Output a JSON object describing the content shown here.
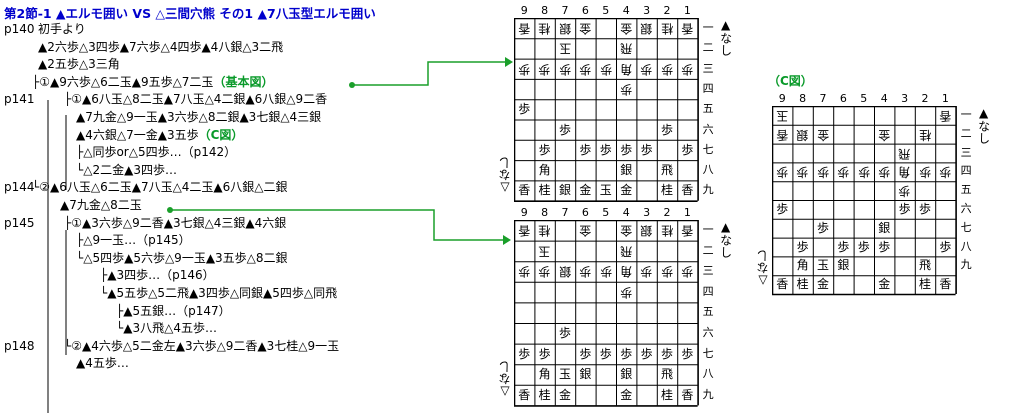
{
  "title": "第2節-1 ▲エルモ囲い VS △三間穴熊 その1 ▲7八玉型エルモ囲い",
  "colors": {
    "title": "#0000cc",
    "annotation": "#0a9a2a",
    "connector": "#1a9f2a",
    "board_line": "#000000"
  },
  "tree": [
    {
      "page": "p140",
      "text": "初手より"
    },
    {
      "page": "",
      "text": "▲2六歩△3四歩▲7六歩△4四歩▲4八銀△3二飛"
    },
    {
      "page": "",
      "text": "▲2五歩△3三角"
    },
    {
      "page": "",
      "text": "├①▲9六歩△6二玉▲9五歩△7二玉",
      "note": "（基本図）"
    },
    {
      "page": "p141",
      "text": "├①▲6八玉△8二玉▲7八玉△4二銀▲6八銀△9二香"
    },
    {
      "page": "",
      "text": "▲7九金△9一玉▲3六歩△8二銀▲3七銀△4三銀"
    },
    {
      "page": "",
      "text": "▲4六銀△7一金▲3五歩",
      "note": "（C図）"
    },
    {
      "page": "",
      "text": "├△同歩or△5四歩…（p142）"
    },
    {
      "page": "",
      "text": "└△2二金▲3四歩…"
    },
    {
      "page": "p144",
      "text": "└②▲6八玉△6二玉▲7八玉△4二玉▲6八銀△二銀"
    },
    {
      "page": "",
      "text": "▲7九金△8二玉"
    },
    {
      "page": "p145",
      "text": "├①▲3六歩△9二香▲3七銀△4三銀▲4六銀"
    },
    {
      "page": "",
      "text": "├△9一玉…（p145）"
    },
    {
      "page": "",
      "text": "└△5四歩▲5六歩△9一玉▲3五歩△8二銀"
    },
    {
      "page": "",
      "text": "├▲3四歩…（p146）"
    },
    {
      "page": "",
      "text": "└▲5五歩△5二飛▲3四歩△同銀▲5四歩△同飛"
    },
    {
      "page": "",
      "text": "├▲5五銀…（p147）"
    },
    {
      "page": "",
      "text": "└▲3八飛△4五歩…"
    },
    {
      "page": "p148",
      "text": "└②▲4六歩△5二金左▲3六歩△9二香▲3七桂△9一玉"
    },
    {
      "page": "",
      "text": "▲4五歩…"
    }
  ],
  "boards": {
    "cols": [
      "9",
      "8",
      "7",
      "6",
      "5",
      "4",
      "3",
      "2",
      "1"
    ],
    "rows": [
      "一",
      "二",
      "三",
      "四",
      "五",
      "六",
      "七",
      "八",
      "九"
    ],
    "top_label": "▲なし",
    "bottom_label": "△なし",
    "c_label": "（C図）",
    "b1": [
      [
        {
          "t": "香",
          "g": 1
        },
        {
          "t": "桂",
          "g": 1
        },
        {
          "t": "銀",
          "g": 1
        },
        {
          "t": "金",
          "g": 1
        },
        "",
        {
          "t": "金",
          "g": 1
        },
        {
          "t": "銀",
          "g": 1
        },
        {
          "t": "桂",
          "g": 1
        },
        {
          "t": "香",
          "g": 1
        }
      ],
      [
        "",
        "",
        {
          "t": "玉",
          "g": 1
        },
        "",
        "",
        {
          "t": "飛",
          "g": 1
        },
        "",
        "",
        ""
      ],
      [
        {
          "t": "歩",
          "g": 1
        },
        {
          "t": "歩",
          "g": 1
        },
        {
          "t": "歩",
          "g": 1
        },
        {
          "t": "歩",
          "g": 1
        },
        {
          "t": "歩",
          "g": 1
        },
        {
          "t": "角",
          "g": 1
        },
        {
          "t": "歩",
          "g": 1
        },
        {
          "t": "歩",
          "g": 1
        },
        {
          "t": "歩",
          "g": 1
        }
      ],
      [
        "",
        "",
        "",
        "",
        "",
        {
          "t": "歩",
          "g": 1
        },
        "",
        "",
        ""
      ],
      [
        {
          "t": "歩"
        },
        "",
        "",
        "",
        "",
        "",
        "",
        "",
        ""
      ],
      [
        "",
        "",
        {
          "t": "歩"
        },
        "",
        "",
        "",
        "",
        {
          "t": "歩"
        },
        ""
      ],
      [
        "",
        {
          "t": "歩"
        },
        "",
        {
          "t": "歩"
        },
        {
          "t": "歩"
        },
        {
          "t": "歩"
        },
        {
          "t": "歩"
        },
        "",
        {
          "t": "歩"
        }
      ],
      [
        "",
        {
          "t": "角"
        },
        "",
        "",
        "",
        {
          "t": "銀"
        },
        "",
        {
          "t": "飛"
        },
        ""
      ],
      [
        {
          "t": "香"
        },
        {
          "t": "桂"
        },
        {
          "t": "銀"
        },
        {
          "t": "金"
        },
        {
          "t": "玉"
        },
        {
          "t": "金"
        },
        "",
        {
          "t": "桂"
        },
        {
          "t": "香"
        }
      ]
    ],
    "b2": [
      [
        {
          "t": "香",
          "g": 1
        },
        {
          "t": "桂",
          "g": 1
        },
        "",
        {
          "t": "金",
          "g": 1
        },
        "",
        {
          "t": "金",
          "g": 1
        },
        {
          "t": "銀",
          "g": 1
        },
        {
          "t": "桂",
          "g": 1
        },
        {
          "t": "香",
          "g": 1
        }
      ],
      [
        "",
        {
          "t": "玉",
          "g": 1
        },
        "",
        "",
        "",
        {
          "t": "飛",
          "g": 1
        },
        "",
        "",
        ""
      ],
      [
        {
          "t": "歩",
          "g": 1
        },
        {
          "t": "歩",
          "g": 1
        },
        {
          "t": "銀",
          "g": 1
        },
        {
          "t": "歩",
          "g": 1
        },
        {
          "t": "歩",
          "g": 1
        },
        {
          "t": "角",
          "g": 1
        },
        {
          "t": "歩",
          "g": 1
        },
        {
          "t": "歩",
          "g": 1
        },
        {
          "t": "歩",
          "g": 1
        }
      ],
      [
        "",
        "",
        "",
        "",
        "",
        {
          "t": "歩",
          "g": 1
        },
        "",
        "",
        ""
      ],
      [
        "",
        "",
        "",
        "",
        "",
        "",
        "",
        "",
        ""
      ],
      [
        "",
        "",
        {
          "t": "歩"
        },
        "",
        "",
        "",
        "",
        "",
        ""
      ],
      [
        {
          "t": "歩"
        },
        {
          "t": "歩"
        },
        "",
        {
          "t": "歩"
        },
        {
          "t": "歩"
        },
        {
          "t": "歩"
        },
        {
          "t": "歩"
        },
        {
          "t": "歩"
        },
        {
          "t": "歩"
        }
      ],
      [
        "",
        {
          "t": "角"
        },
        {
          "t": "玉"
        },
        {
          "t": "銀"
        },
        "",
        {
          "t": "銀"
        },
        "",
        {
          "t": "飛"
        },
        ""
      ],
      [
        {
          "t": "香"
        },
        {
          "t": "桂"
        },
        {
          "t": "金"
        },
        "",
        "",
        {
          "t": "金"
        },
        "",
        {
          "t": "桂"
        },
        {
          "t": "香"
        }
      ]
    ],
    "bc": [
      [
        {
          "t": "玉",
          "g": 1
        },
        "",
        "",
        "",
        "",
        "",
        "",
        "",
        {
          "t": "香",
          "g": 1
        }
      ],
      [
        {
          "t": "香",
          "g": 1
        },
        {
          "t": "銀",
          "g": 1
        },
        {
          "t": "金",
          "g": 1
        },
        "",
        "",
        {
          "t": "金",
          "g": 1
        },
        "",
        {
          "t": "桂",
          "g": 1
        },
        ""
      ],
      [
        "",
        "",
        "",
        "",
        "",
        "",
        {
          "t": "飛",
          "g": 1
        },
        "",
        ""
      ],
      [
        {
          "t": "歩",
          "g": 1
        },
        {
          "t": "歩",
          "g": 1
        },
        {
          "t": "歩",
          "g": 1
        },
        {
          "t": "歩",
          "g": 1
        },
        {
          "t": "歩",
          "g": 1
        },
        {
          "t": "歩",
          "g": 1
        },
        {
          "t": "角",
          "g": 1
        },
        {
          "t": "歩",
          "g": 1
        },
        {
          "t": "歩",
          "g": 1
        }
      ],
      [
        "",
        "",
        "",
        "",
        "",
        "",
        {
          "t": "歩",
          "g": 1
        },
        "",
        ""
      ],
      [
        {
          "t": "歩"
        },
        "",
        "",
        "",
        "",
        "",
        {
          "t": "歩"
        },
        {
          "t": "歩"
        },
        ""
      ],
      [
        "",
        "",
        {
          "t": "歩"
        },
        "",
        "",
        {
          "t": "銀"
        },
        "",
        "",
        ""
      ],
      [
        "",
        {
          "t": "歩"
        },
        "",
        {
          "t": "歩"
        },
        {
          "t": "歩"
        },
        {
          "t": "歩"
        },
        "",
        "",
        {
          "t": "歩"
        }
      ],
      [
        "",
        {
          "t": "角"
        },
        {
          "t": "玉"
        },
        {
          "t": "銀"
        },
        "",
        "",
        "",
        {
          "t": "飛"
        },
        ""
      ],
      [
        {
          "t": "香"
        },
        {
          "t": "桂"
        },
        {
          "t": "金"
        },
        "",
        "",
        {
          "t": "金"
        },
        "",
        {
          "t": "桂"
        },
        {
          "t": "香"
        }
      ]
    ]
  }
}
